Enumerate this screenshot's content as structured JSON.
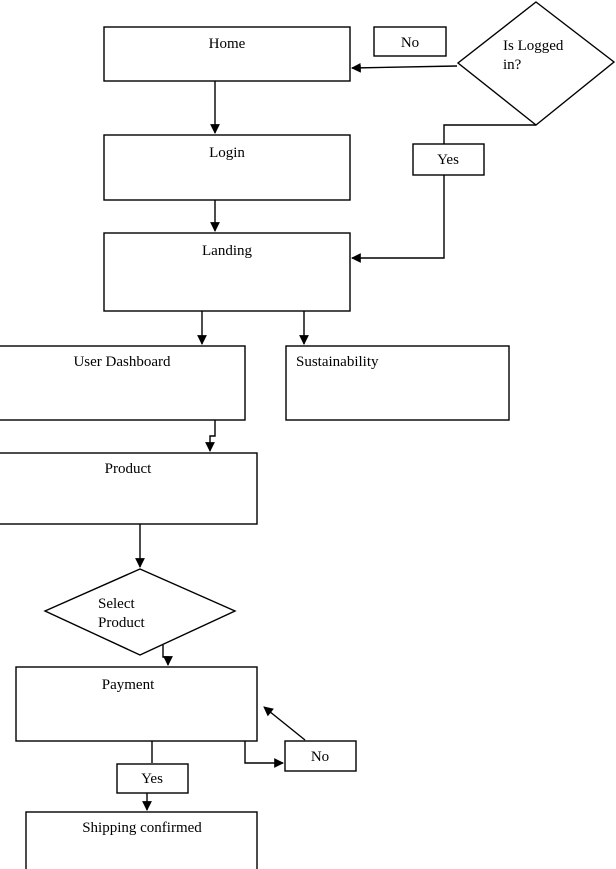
{
  "diagram": {
    "nodes": {
      "home": "Home",
      "login": "Login",
      "landing": "Landing",
      "user_dashboard": "User Dashboard",
      "sustainability": "Sustainability",
      "product": "Product",
      "payment": "Payment",
      "shipping": "Shipping confirmed",
      "is_logged_in_line1": "Is Logged",
      "is_logged_in_line2": "in?",
      "select_product_line1": "Select",
      "select_product_line2": "Product"
    },
    "edge_labels": {
      "logged_no": "No",
      "logged_yes": "Yes",
      "payment_no": "No",
      "payment_yes": "Yes"
    }
  }
}
